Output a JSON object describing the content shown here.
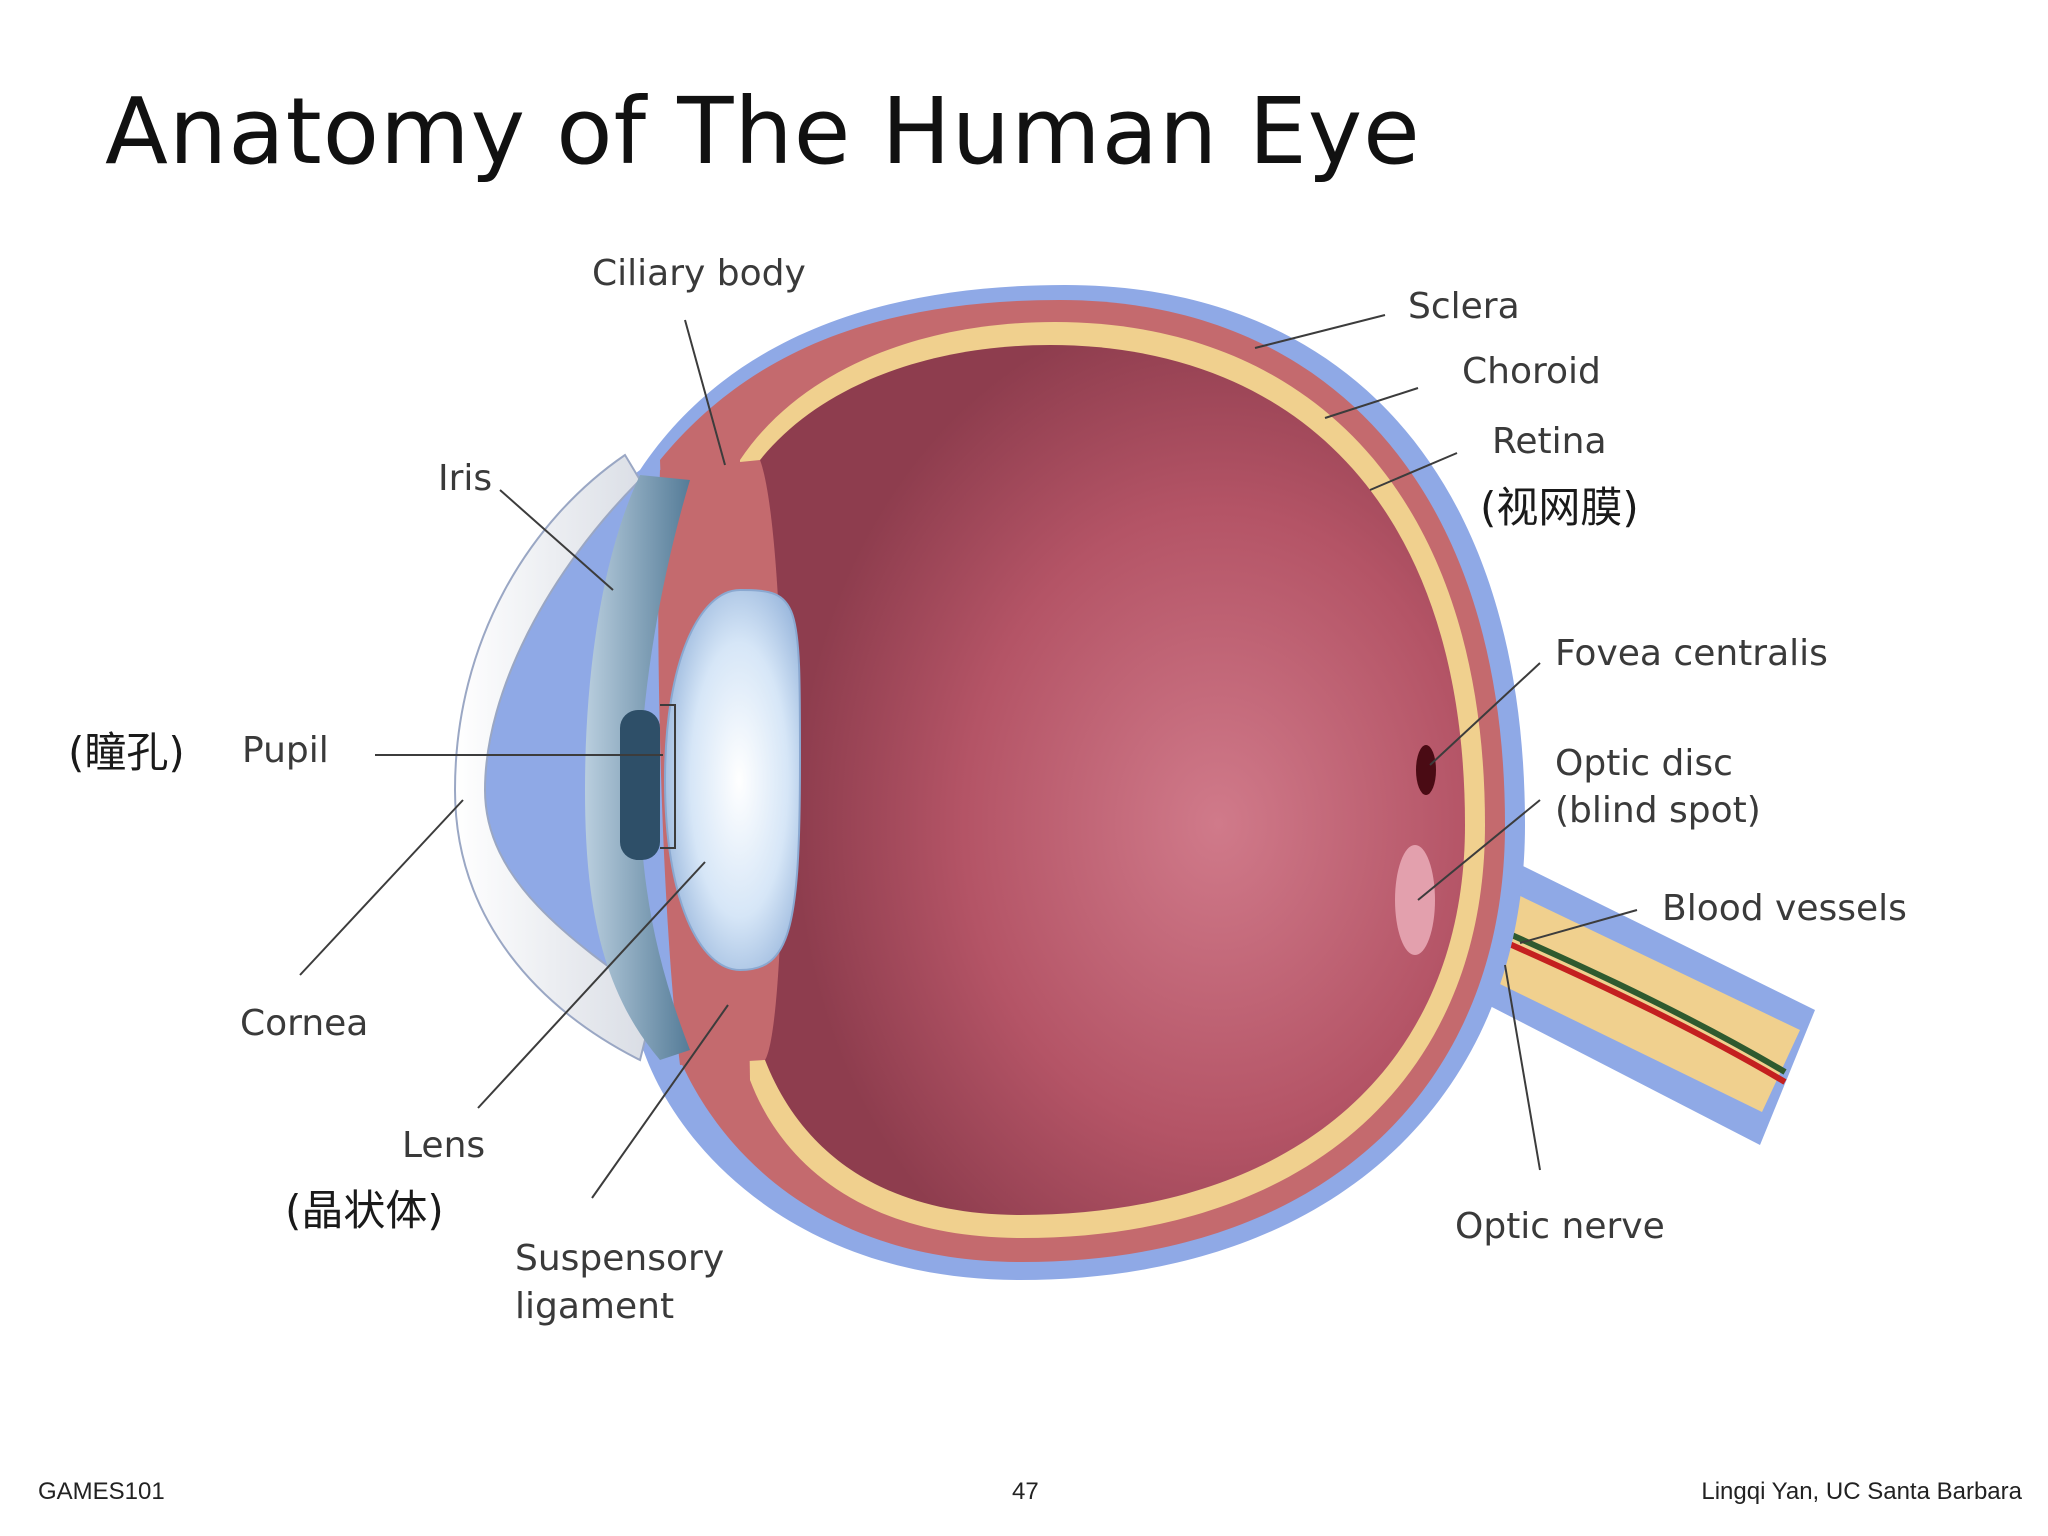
{
  "slide": {
    "title": "Anatomy of The Human Eye"
  },
  "labels": {
    "ciliary_body": "Ciliary body",
    "sclera": "Sclera",
    "choroid": "Choroid",
    "retina": "Retina",
    "retina_cn": "(视网膜)",
    "iris": "Iris",
    "fovea_centralis": "Fovea centralis",
    "pupil": "Pupil",
    "pupil_cn": "(瞳孔)",
    "optic_disc_line1": "Optic disc",
    "optic_disc_line2": "(blind spot)",
    "blood_vessels": "Blood vessels",
    "cornea": "Cornea",
    "lens": "Lens",
    "lens_cn": "(晶状体)",
    "suspensory_line1": "Suspensory",
    "suspensory_line2": "ligament",
    "optic_nerve": "Optic nerve"
  },
  "footer": {
    "left": "GAMES101",
    "center": "47",
    "right": "Lingqi Yan, UC Santa Barbara"
  },
  "colors": {
    "sclera": "#8fa9e6",
    "choroid": "#c46a6e",
    "retina": "#f0d08e",
    "vitreous": "#b45466",
    "lens": "#c9dcf2",
    "cornea": "#eef0f4",
    "iris": "#7a9fb8"
  }
}
